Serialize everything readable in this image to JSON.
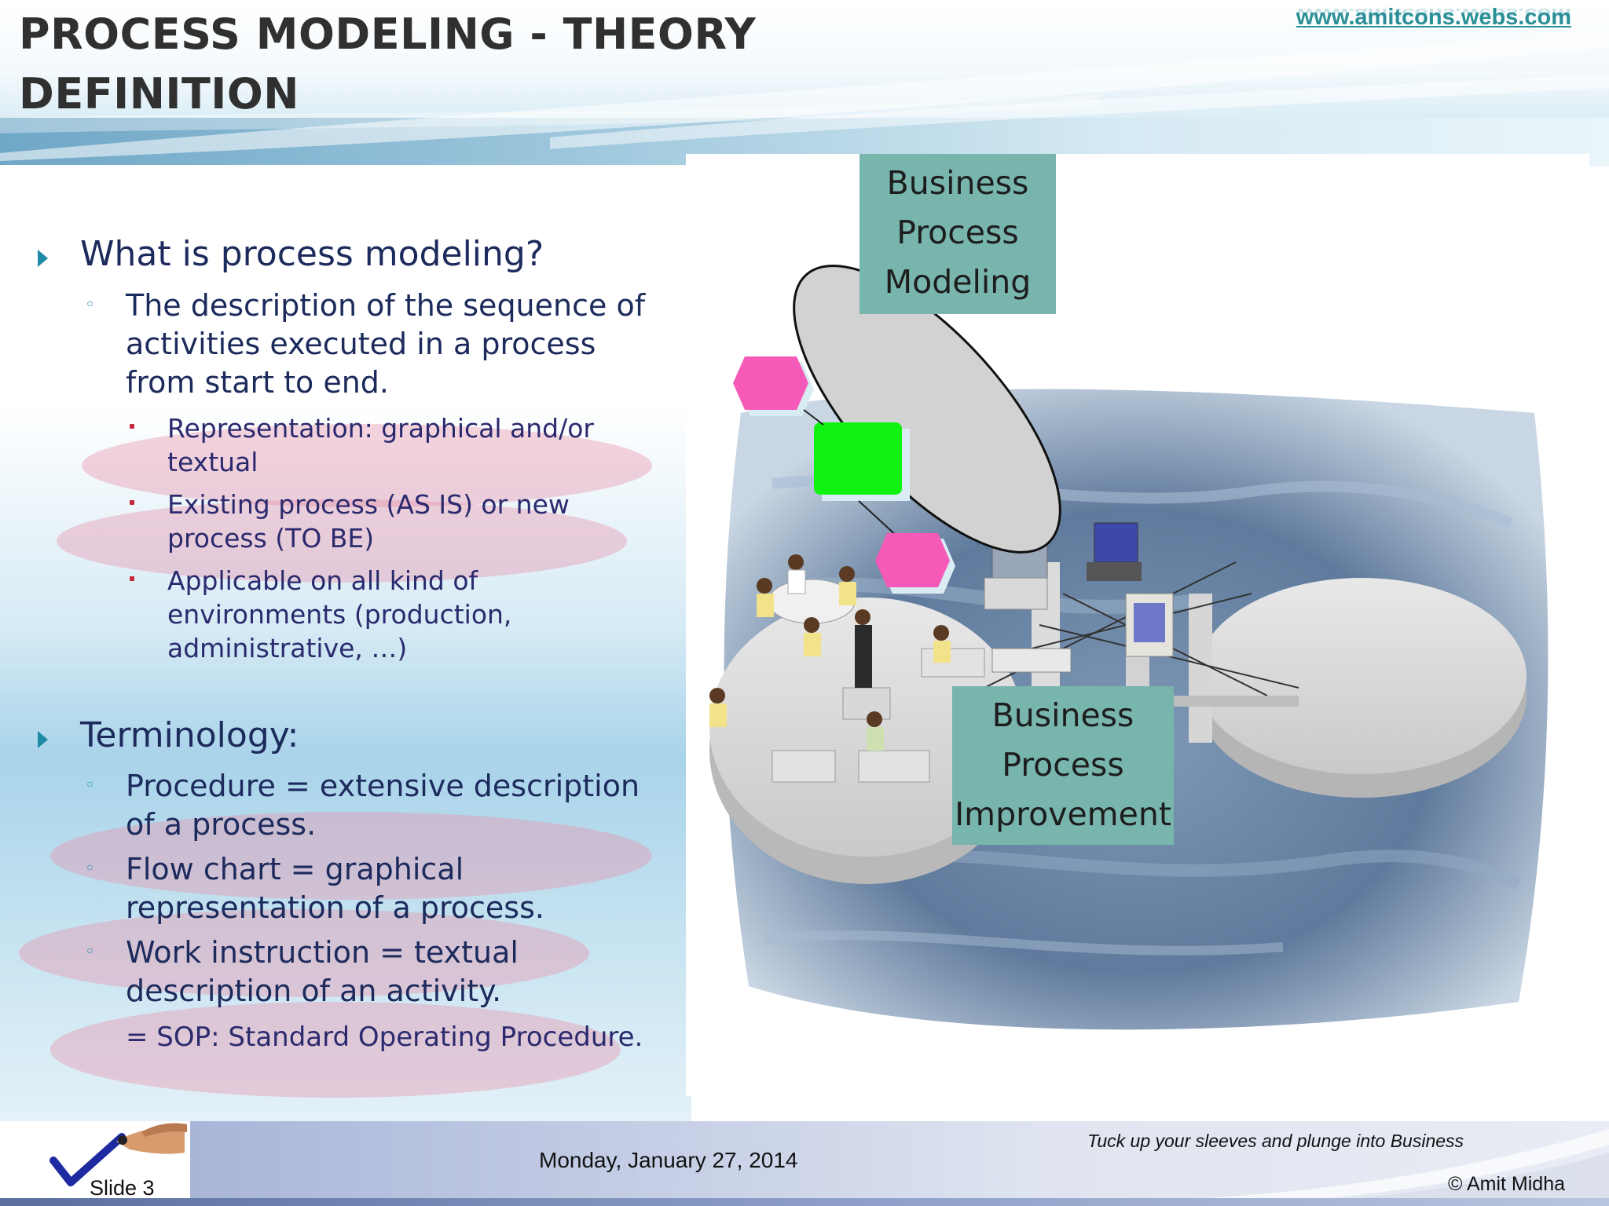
{
  "header": {
    "title_line1": "PROCESS MODELING - THEORY",
    "title_line2": "DEFINITION",
    "website": "www.amitcons.webs.com"
  },
  "content": {
    "section1": {
      "heading": "What is process modeling?",
      "definition_lines": [
        "The description of the sequence of",
        "activities executed in a process",
        "from start to end."
      ],
      "points": [
        {
          "lines": [
            "Representation: graphical and/or",
            "textual"
          ]
        },
        {
          "lines": [
            "Existing process (AS IS) or new",
            "process (TO BE)"
          ]
        },
        {
          "lines": [
            "Applicable on all kind of",
            "environments (production,",
            "administrative, …)"
          ]
        }
      ]
    },
    "section2": {
      "heading": "Terminology:",
      "items": [
        {
          "lines": [
            "Procedure = extensive description",
            "of a process."
          ]
        },
        {
          "lines": [
            "Flow chart = graphical",
            "representation of a process."
          ]
        },
        {
          "lines": [
            "Work instruction  = textual",
            "description of an activity."
          ]
        }
      ],
      "note": "= SOP: Standard Operating Procedure."
    }
  },
  "illustration": {
    "top_label": [
      "Business",
      "Process",
      "Modeling"
    ],
    "bottom_label": [
      "Business",
      "Process",
      "Improvement"
    ],
    "colors": {
      "label_box": "#78b5ad",
      "hexagon": "#f55ab9",
      "square": "#10f210",
      "water": "#6f89a8"
    }
  },
  "footer": {
    "date": "Monday, January 27, 2014",
    "tagline": "Tuck up your sleeves and plunge into Business",
    "copyright": "© Amit Midha",
    "slide": "Slide 3"
  }
}
